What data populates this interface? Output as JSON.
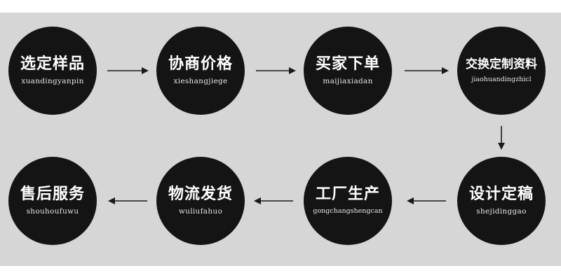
{
  "colors": {
    "background": "#d6d6d6",
    "circle": "#141414",
    "text": "#ffffff",
    "arrow": "#1a1a1a"
  },
  "row1": [
    {
      "title": "选定样品",
      "pinyin": "xuandingyanpin"
    },
    {
      "title": "协商价格",
      "pinyin": "xieshangjiege"
    },
    {
      "title": "买家下单",
      "pinyin": "maijiaxiadan"
    },
    {
      "title": "交换定制资料",
      "pinyin": "jiaohuandingzhicl"
    }
  ],
  "row2": [
    {
      "title": "售后服务",
      "pinyin": "shouhoufuwu"
    },
    {
      "title": "物流发货",
      "pinyin": "wuliufahuo"
    },
    {
      "title": "工厂生产",
      "pinyin": "gongchangshengcan"
    },
    {
      "title": "设计定稿",
      "pinyin": "shejidinggao"
    }
  ]
}
